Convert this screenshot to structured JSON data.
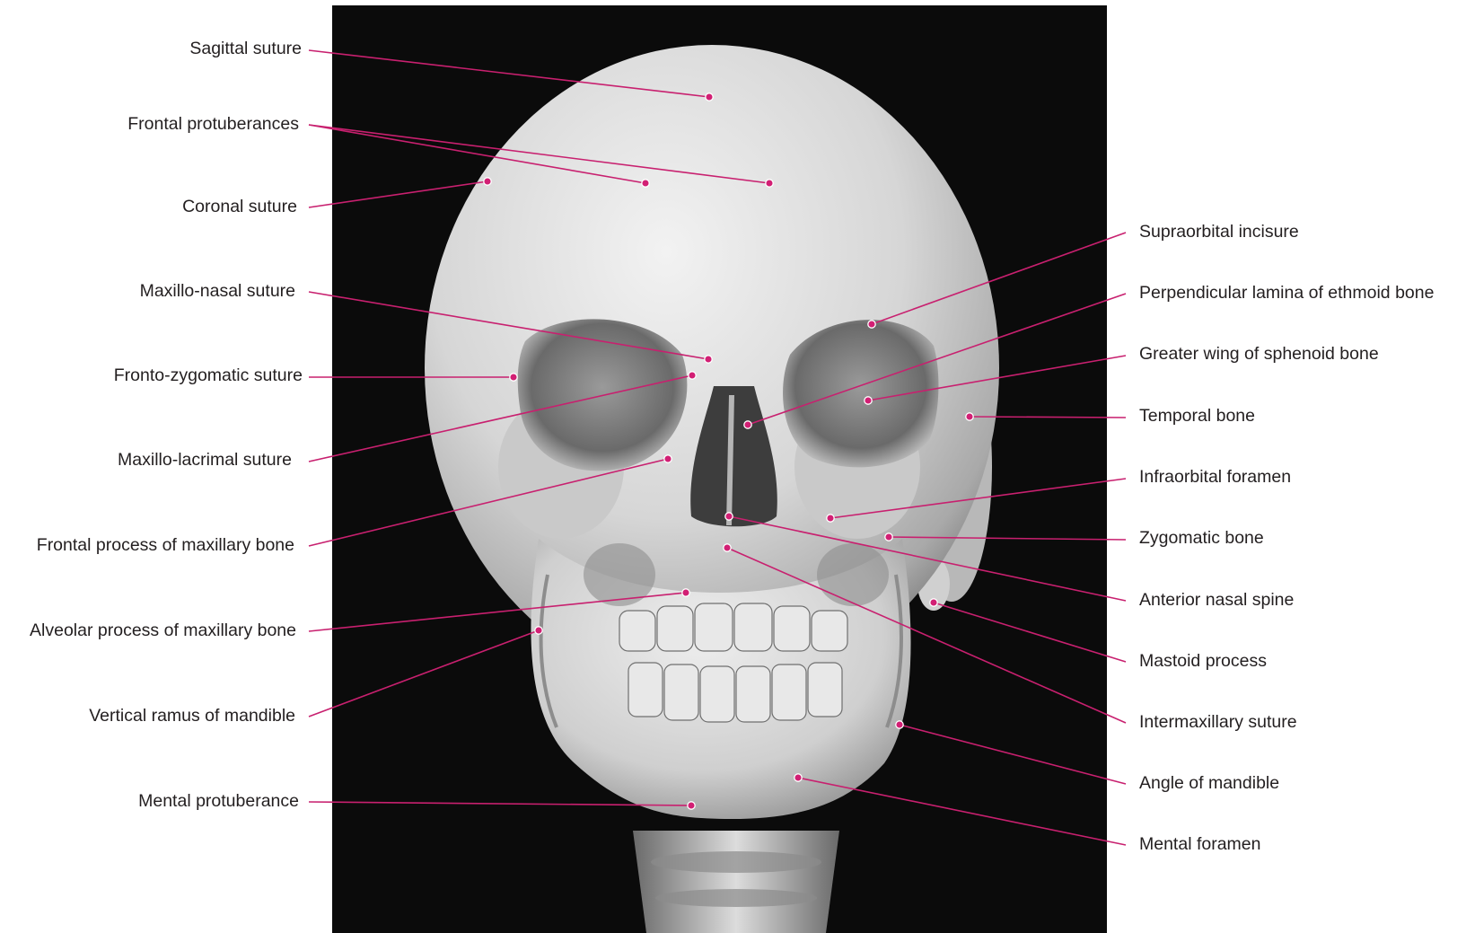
{
  "colors": {
    "background": "#ffffff",
    "panel": "#0b0b0b",
    "bone": "#d9d9d9",
    "leader_line": "#c8206f",
    "marker_dot": "#d21f74",
    "label_text": "#231f20"
  },
  "image": {
    "subject": "3D CT volume rendering of skull, frontal view",
    "icon": "skull-ct-render"
  },
  "labels_left": [
    {
      "id": "sagittal-suture",
      "text": "Sagittal suture"
    },
    {
      "id": "frontal-protuberances",
      "text": "Frontal protuberances"
    },
    {
      "id": "coronal-suture",
      "text": "Coronal suture"
    },
    {
      "id": "maxillo-nasal-suture",
      "text": "Maxillo-nasal suture"
    },
    {
      "id": "fronto-zygomatic-suture",
      "text": "Fronto-zygomatic suture"
    },
    {
      "id": "maxillo-lacrimal-suture",
      "text": "Maxillo-lacrimal suture"
    },
    {
      "id": "frontal-process-of-maxillary-bone",
      "text": "Frontal process of maxillary bone"
    },
    {
      "id": "alveolar-process-of-maxillary-bone",
      "text": "Alveolar process of maxillary bone"
    },
    {
      "id": "vertical-ramus-of-mandible",
      "text": "Vertical ramus of mandible"
    },
    {
      "id": "mental-protuberance",
      "text": "Mental protuberance"
    }
  ],
  "labels_right": [
    {
      "id": "supraorbital-incisure",
      "text": "Supraorbital incisure"
    },
    {
      "id": "perpendicular-lamina-of-ethmoid-bone",
      "text": "Perpendicular lamina of ethmoid bone"
    },
    {
      "id": "greater-wing-of-sphenoid-bone",
      "text": "Greater wing of sphenoid bone"
    },
    {
      "id": "temporal-bone",
      "text": "Temporal bone"
    },
    {
      "id": "infraorbital-foramen",
      "text": "Infraorbital foramen"
    },
    {
      "id": "zygomatic-bone",
      "text": "Zygomatic bone"
    },
    {
      "id": "anterior-nasal-spine",
      "text": "Anterior nasal spine"
    },
    {
      "id": "mastoid-process",
      "text": "Mastoid process"
    },
    {
      "id": "intermaxillary-suture",
      "text": "Intermaxillary suture"
    },
    {
      "id": "angle-of-mandible",
      "text": "Angle of mandible"
    },
    {
      "id": "mental-foramen",
      "text": "Mental foramen"
    }
  ]
}
